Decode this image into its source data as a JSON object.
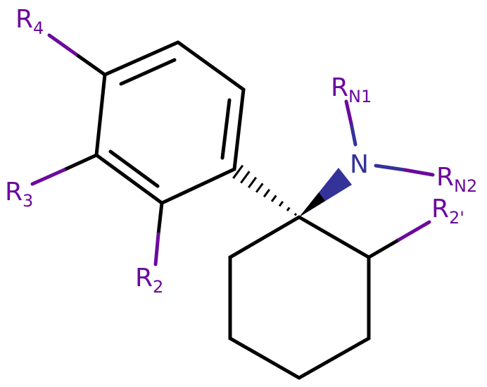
{
  "colors": {
    "bond": "#000000",
    "rgroup": "#6a0a9e",
    "nitrogen": "#33339a"
  },
  "labels": {
    "r4": {
      "main": "R",
      "sub": "4"
    },
    "r3": {
      "main": "R",
      "sub": "3"
    },
    "r2": {
      "main": "R",
      "sub": "2"
    },
    "rn1": {
      "main": "R",
      "sub": "N1"
    },
    "rn2": {
      "main": "R",
      "sub": "N2"
    },
    "r2p": {
      "main": "R",
      "sub": "2'"
    },
    "n": "N"
  }
}
